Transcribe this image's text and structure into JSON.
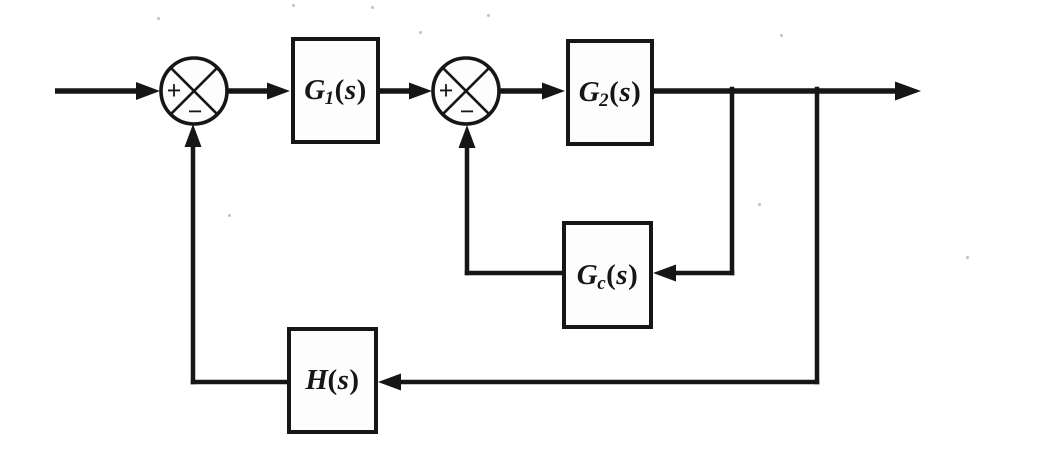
{
  "diagram": {
    "type": "control-system-block-diagram",
    "ink_color": "#161616",
    "background_color": "#ffffff",
    "blocks": [
      {
        "id": "G1",
        "base": "G",
        "sub": "1",
        "arg_open": "(",
        "arg": "s",
        "arg_close": ")"
      },
      {
        "id": "G2",
        "base": "G",
        "sub": "2",
        "arg_open": "(",
        "arg": "s",
        "arg_close": ")"
      },
      {
        "id": "Gc",
        "base": "G",
        "sub": "c",
        "arg_open": "(",
        "arg": "s",
        "arg_close": ")"
      },
      {
        "id": "H",
        "base": "H",
        "sub": "",
        "arg_open": "(",
        "arg": "s",
        "arg_close": ")"
      }
    ],
    "summing_junctions": [
      {
        "id": "sum1",
        "left_sign": "+",
        "bottom_sign": "−"
      },
      {
        "id": "sum2",
        "left_sign": "+",
        "bottom_sign": "−"
      }
    ],
    "connections": [
      "input → sum1 (+)",
      "sum1 → G1(s)",
      "G1(s) → sum2 (+)",
      "sum2 → G2(s)",
      "G2(s) → output",
      "G2(s) output takeoff → Gc(s) → sum2 (−)",
      "output takeoff → H(s) → sum1 (−)"
    ]
  }
}
